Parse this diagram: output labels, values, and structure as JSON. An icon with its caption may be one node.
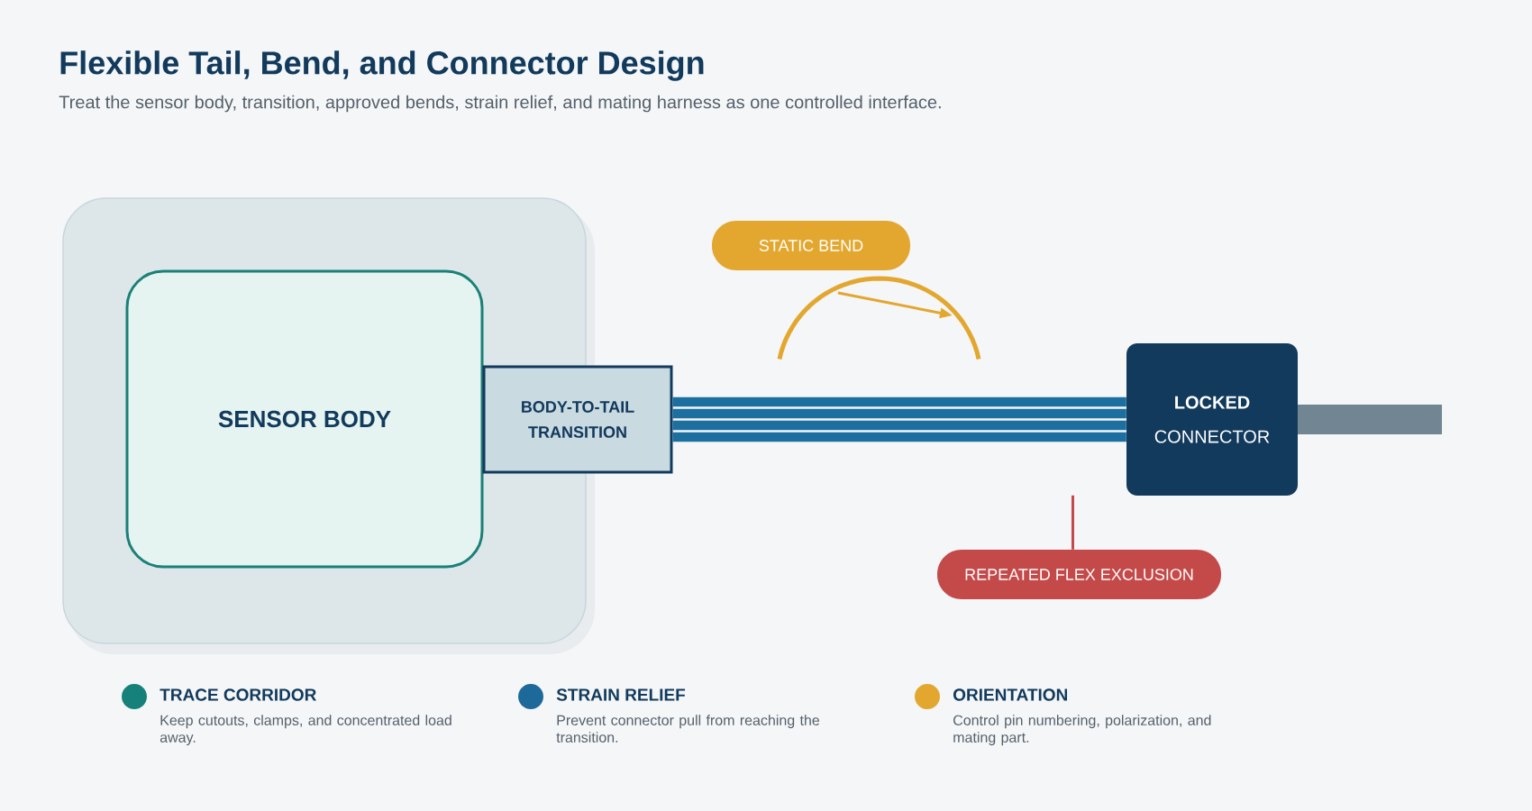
{
  "diagram": {
    "title": "Flexible Tail, Bend, and Connector Design",
    "nodes": [
      {
        "text": [],
        "shape": "box"
      },
      {
        "text": [
          "SENSOR BODY"
        ],
        "in": 0
      },
      {
        "text": [
          "BODY-TO-TAIL TRANSITION"
        ]
      },
      {
        "text": [
          "LOCKED",
          "CONNECTOR"
        ]
      },
      {
        "text": [
          "STATIC BEND"
        ]
      },
      {
        "text": [
          "REPEATED FLEX EXCLUSION"
        ]
      }
    ],
    "edges": [
      {
        "from": 2,
        "to": 3,
        "arrow": "none",
        "style": "thick",
        "color": "#1d6fa0"
      },
      {
        "from": 5,
        "to": null,
        "arrow": "none",
        "color": "#c44a4a"
      }
    ],
    "labels": [
      "Treat the sensor body, transition, approved bends, strain relief, and mating harness as one controlled interface.",
      "Keep cutouts, clamps, and concentrated load away.",
      "Prevent connector pull from reaching the transition.",
      "Control pin numbering, polarization, and mating part."
    ],
    "legend": [
      {
        "text": "TRACE CORRIDOR",
        "color": "#16807a"
      },
      {
        "text": "STRAIN RELIEF",
        "color": "#1d6a9a"
      },
      {
        "text": "ORIENTATION",
        "color": "#e3a72f"
      }
    ]
  }
}
